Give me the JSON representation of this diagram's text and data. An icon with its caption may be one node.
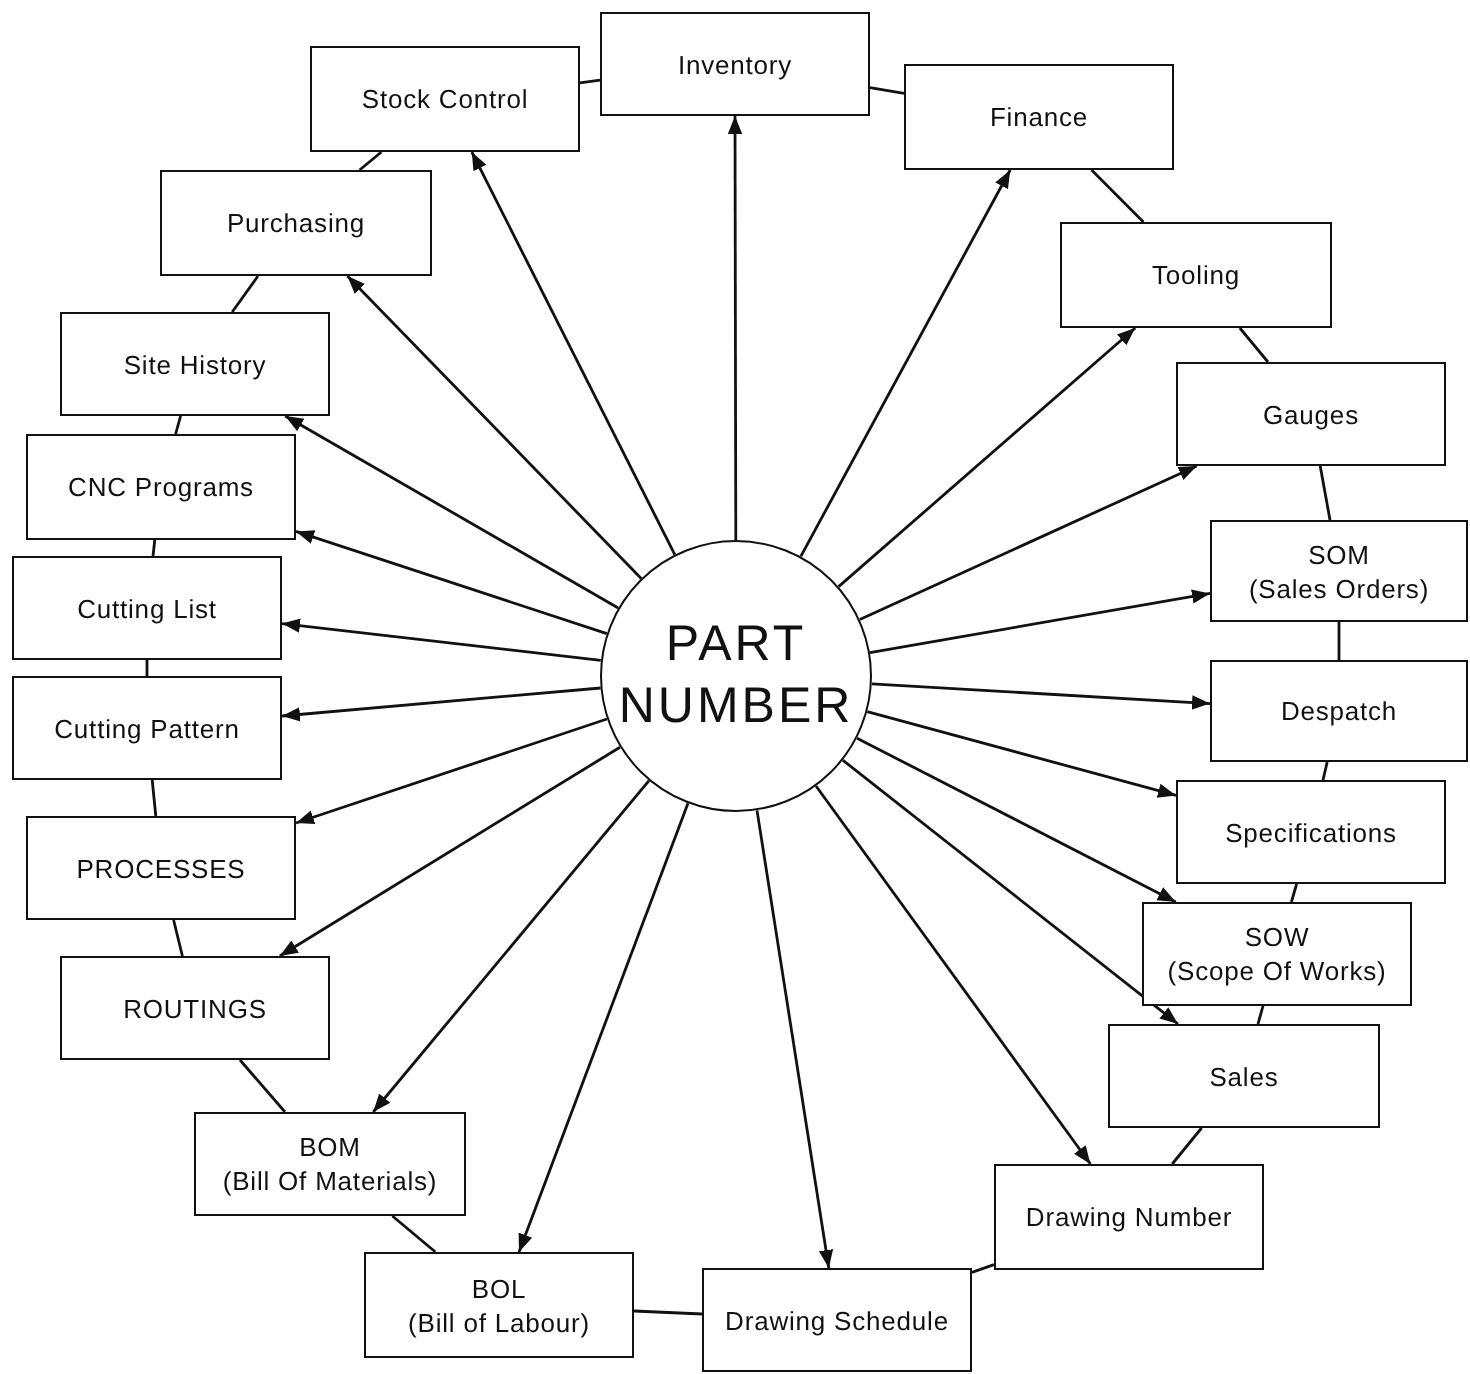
{
  "diagram": {
    "nodes": [
      {
        "text": [
          "PART NUMBER"
        ]
      },
      {
        "text": [
          "Inventory"
        ]
      },
      {
        "text": [
          "Finance"
        ]
      },
      {
        "text": [
          "Tooling"
        ]
      },
      {
        "text": [
          "Gauges"
        ]
      },
      {
        "text": [
          "SOM",
          "(Sales Orders)"
        ]
      },
      {
        "text": [
          "Despatch"
        ]
      },
      {
        "text": [
          "Specifications"
        ]
      },
      {
        "text": [
          "SOW",
          "(Scope Of Works)"
        ]
      },
      {
        "text": [
          "Sales"
        ]
      },
      {
        "text": [
          "Drawing Number"
        ]
      },
      {
        "text": [
          "Drawing Schedule"
        ]
      },
      {
        "text": [
          "BOL",
          "(Bill of Labour)"
        ]
      },
      {
        "text": [
          "BOM",
          "(Bill Of Materials)"
        ]
      },
      {
        "text": [
          "ROUTINGS"
        ]
      },
      {
        "text": [
          "PROCESSES"
        ]
      },
      {
        "text": [
          "Cutting Pattern"
        ]
      },
      {
        "text": [
          "Cutting List"
        ]
      },
      {
        "text": [
          "CNC Programs"
        ]
      },
      {
        "text": [
          "Site History"
        ]
      },
      {
        "text": [
          "Purchasing"
        ]
      },
      {
        "text": [
          "Stock Control"
        ]
      }
    ],
    "edges": [
      {
        "from": 0,
        "to": 1,
        "arrow": "to"
      },
      {
        "from": 0,
        "to": 2,
        "arrow": "to"
      },
      {
        "from": 0,
        "to": 3,
        "arrow": "to"
      },
      {
        "from": 0,
        "to": 4,
        "arrow": "to"
      },
      {
        "from": 0,
        "to": 5,
        "arrow": "to"
      },
      {
        "from": 0,
        "to": 6,
        "arrow": "to"
      },
      {
        "from": 0,
        "to": 7,
        "arrow": "to"
      },
      {
        "from": 0,
        "to": 8,
        "arrow": "to"
      },
      {
        "from": 0,
        "to": 9,
        "arrow": "to"
      },
      {
        "from": 0,
        "to": 10,
        "arrow": "to"
      },
      {
        "from": 0,
        "to": 11,
        "arrow": "to"
      },
      {
        "from": 0,
        "to": 12,
        "arrow": "to"
      },
      {
        "from": 0,
        "to": 13,
        "arrow": "to"
      },
      {
        "from": 0,
        "to": 14,
        "arrow": "to"
      },
      {
        "from": 0,
        "to": 15,
        "arrow": "to"
      },
      {
        "from": 0,
        "to": 16,
        "arrow": "to"
      },
      {
        "from": 0,
        "to": 17,
        "arrow": "to"
      },
      {
        "from": 0,
        "to": 18,
        "arrow": "to"
      },
      {
        "from": 0,
        "to": 19,
        "arrow": "to"
      },
      {
        "from": 0,
        "to": 20,
        "arrow": "to"
      },
      {
        "from": 0,
        "to": 21,
        "arrow": "to"
      },
      {
        "from": 1,
        "to": 2,
        "arrow": "none"
      },
      {
        "from": 2,
        "to": 3,
        "arrow": "none"
      },
      {
        "from": 3,
        "to": 4,
        "arrow": "none"
      },
      {
        "from": 4,
        "to": 5,
        "arrow": "none"
      },
      {
        "from": 5,
        "to": 6,
        "arrow": "none"
      },
      {
        "from": 6,
        "to": 7,
        "arrow": "none"
      },
      {
        "from": 7,
        "to": 8,
        "arrow": "none"
      },
      {
        "from": 8,
        "to": 9,
        "arrow": "none"
      },
      {
        "from": 9,
        "to": 10,
        "arrow": "none"
      },
      {
        "from": 10,
        "to": 11,
        "arrow": "none"
      },
      {
        "from": 11,
        "to": 12,
        "arrow": "none"
      },
      {
        "from": 12,
        "to": 13,
        "arrow": "none"
      },
      {
        "from": 13,
        "to": 14,
        "arrow": "none"
      },
      {
        "from": 14,
        "to": 15,
        "arrow": "none"
      },
      {
        "from": 15,
        "to": 16,
        "arrow": "none"
      },
      {
        "from": 16,
        "to": 17,
        "arrow": "none"
      },
      {
        "from": 17,
        "to": 18,
        "arrow": "none"
      },
      {
        "from": 18,
        "to": 19,
        "arrow": "none"
      },
      {
        "from": 19,
        "to": 20,
        "arrow": "none"
      },
      {
        "from": 20,
        "to": 21,
        "arrow": "none"
      },
      {
        "from": 21,
        "to": 1,
        "arrow": "none"
      }
    ]
  }
}
